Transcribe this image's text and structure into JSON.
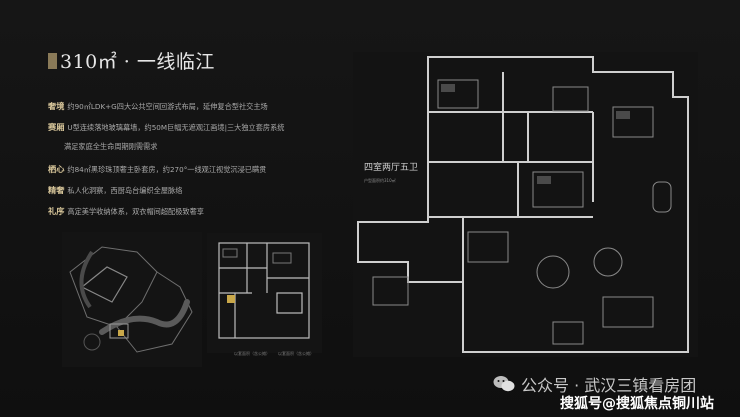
{
  "title": "310㎡ · 一线临江",
  "features": [
    {
      "label": "奢境",
      "text": "约90㎡LDK+G四大公共空间回游式布局，延伸复合型社交主场"
    },
    {
      "label": "赛厢",
      "text": "U型连续落地玻璃幕墙，约50M巨幅无遮观江画境|三大独立套房系统"
    },
    {
      "label": "",
      "text": "满足家庭全生命周期刚需需求"
    },
    {
      "label": "栖心",
      "text": "约84㎡黑珍珠顶奢主卧套房，约270°一线观江视觉沉浸已瞒贯"
    },
    {
      "label": "精奢",
      "text": "私人化洞察，西厨岛台编织全屋脉络"
    },
    {
      "label": "礼序",
      "text": "高定美学收纳体系，双衣帽间超配极致奢享"
    }
  ],
  "plan": {
    "caption": "四室两厅五卫",
    "subcaption": "户型面积约310㎡"
  },
  "legend": {
    "left": "以套面积（含公摊）",
    "right": "以套面积（含公摊）"
  },
  "watermark": {
    "line1": "公众号 · 武汉三镇看房团",
    "line2": "搜狐号@搜狐焦点铜川站"
  }
}
